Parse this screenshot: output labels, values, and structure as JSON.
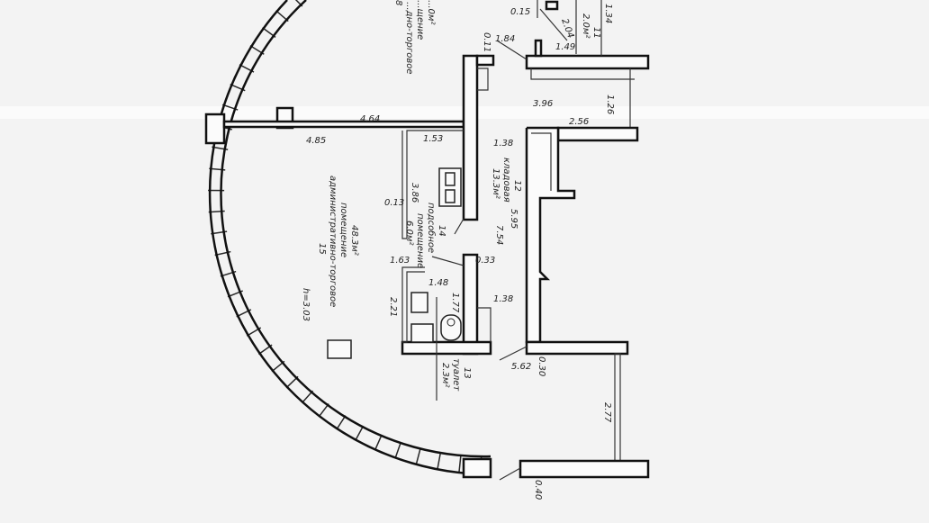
{
  "rooms": {
    "r8": {
      "number": "8",
      "name_line1": "...дно-торговое",
      "name_line2": "...щение",
      "area": "...0м²"
    },
    "r11": {
      "number": "11",
      "area": "2.0м²"
    },
    "r12": {
      "number": "12",
      "name": "кладовая",
      "area": "13.3м²"
    },
    "r13": {
      "number": "13",
      "name": "туалет",
      "area": "2.3м²"
    },
    "r14": {
      "number": "14",
      "name_line1": "подсобное",
      "name_line2": "помещение",
      "area": "6.0м²"
    },
    "r15": {
      "number": "15",
      "name_line1": "административно-торговое",
      "name_line2": "помещение",
      "area": "48.3м²",
      "height": "h=3.03"
    }
  },
  "dimensions": [
    "0.15",
    "1.34",
    "2.04",
    "1.49",
    "0.11",
    "1.84",
    "3.96",
    "1.26",
    "4.64",
    "2.56",
    "4.85",
    "1.53",
    "1.38",
    "0.13",
    "3.86",
    "5.95",
    "7.54",
    "1.63",
    "0.33",
    "1.48",
    "2.21",
    "1.77",
    "1.38",
    "5.62",
    "0.30",
    "2.77",
    "0.40"
  ]
}
